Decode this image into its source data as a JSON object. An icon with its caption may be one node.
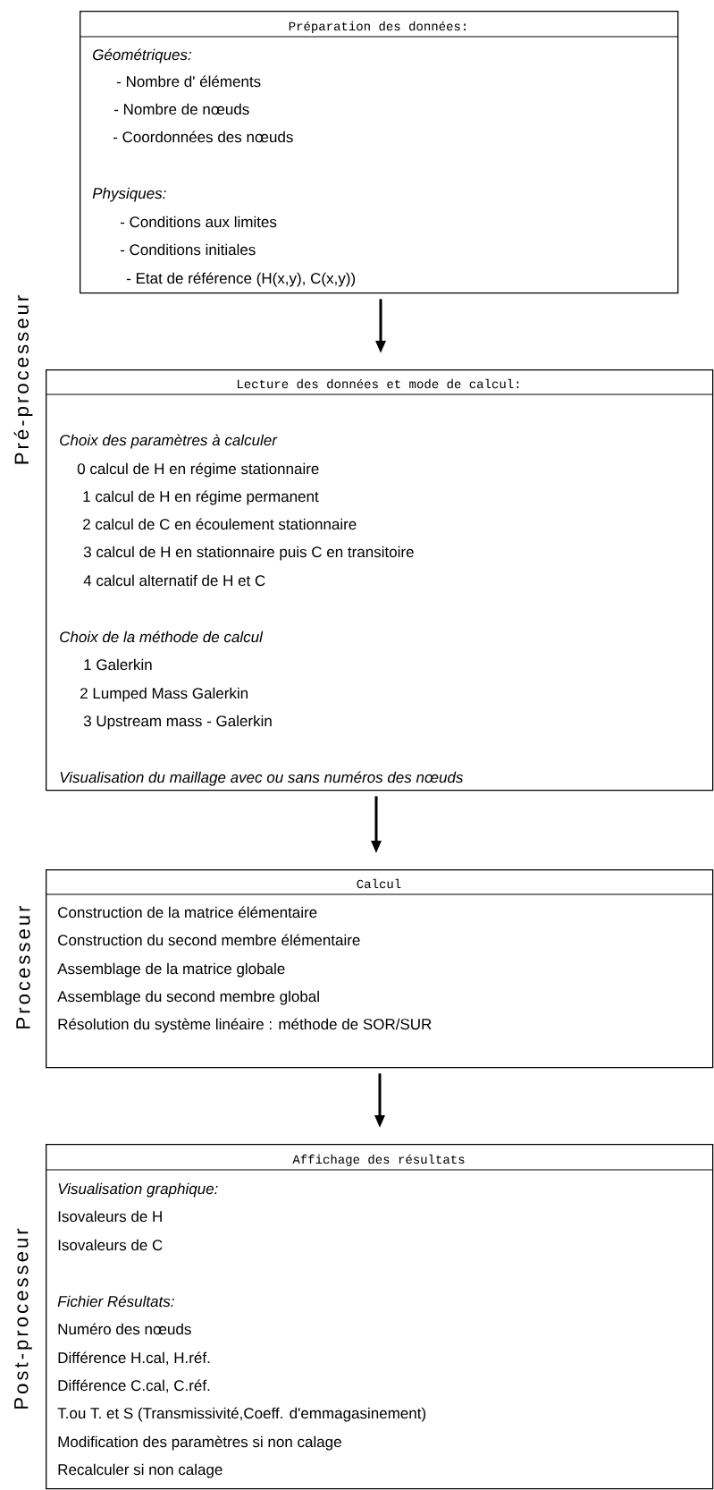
{
  "diagram": {
    "nodes": [
      {
        "text": [
          "Préparation des données:",
          "Géométriques:",
          "- Nombre d' éléments",
          "- Nombre de nœuds",
          "- Coordonnées des nœuds",
          "Physiques:",
          "- Conditions aux limites",
          "- Conditions initiales",
          "- Etat de référence (H(x,y), C(x,y))"
        ]
      },
      {
        "text": [
          "Lecture des données et mode de calcul:",
          "Choix des paramètres à calculer",
          "0 calcul de H en régime stationnaire",
          "1 calcul de H en régime permanent",
          "2 calcul de C en écoulement stationnaire",
          "3 calcul de H en stationnaire puis C en transitoire",
          "4 calcul alternatif de H et C",
          "Choix de la méthode de calcul",
          "1 Galerkin",
          "2 Lumped Mass Galerkin",
          "3 Upstream mass - Galerkin",
          "Visualisation du maillage avec ou sans numéros des nœuds"
        ]
      },
      {
        "text": [
          "Calcul",
          "Construction de la matrice élémentaire",
          "Construction du second membre élémentaire",
          "Assemblage de la matrice globale",
          "Assemblage du second membre global",
          "Résolution du système linéaire : méthode de SOR/SUR"
        ]
      },
      {
        "text": [
          "Affichage des résultats",
          "Visualisation graphique:",
          "Isovaleurs de H",
          "Isovaleurs de C",
          "Fichier Résultats:",
          "Numéro des nœuds",
          "Différence H.cal, H.réf.",
          "Différence C.cal, C.réf.",
          "T.ou T. et S (Transmissivité,Coeff. d'emmagasinement)",
          "Modification des paramètres si non calage",
          "Recalculer si non calage"
        ]
      }
    ],
    "edges": [
      {
        "from": 0,
        "to": 1,
        "arrow": "to"
      },
      {
        "from": 1,
        "to": 2,
        "arrow": "to"
      },
      {
        "from": 2,
        "to": 3,
        "arrow": "to"
      }
    ],
    "labels": [
      "Pré-processeur",
      "Processeur",
      "Post-processeur"
    ]
  }
}
